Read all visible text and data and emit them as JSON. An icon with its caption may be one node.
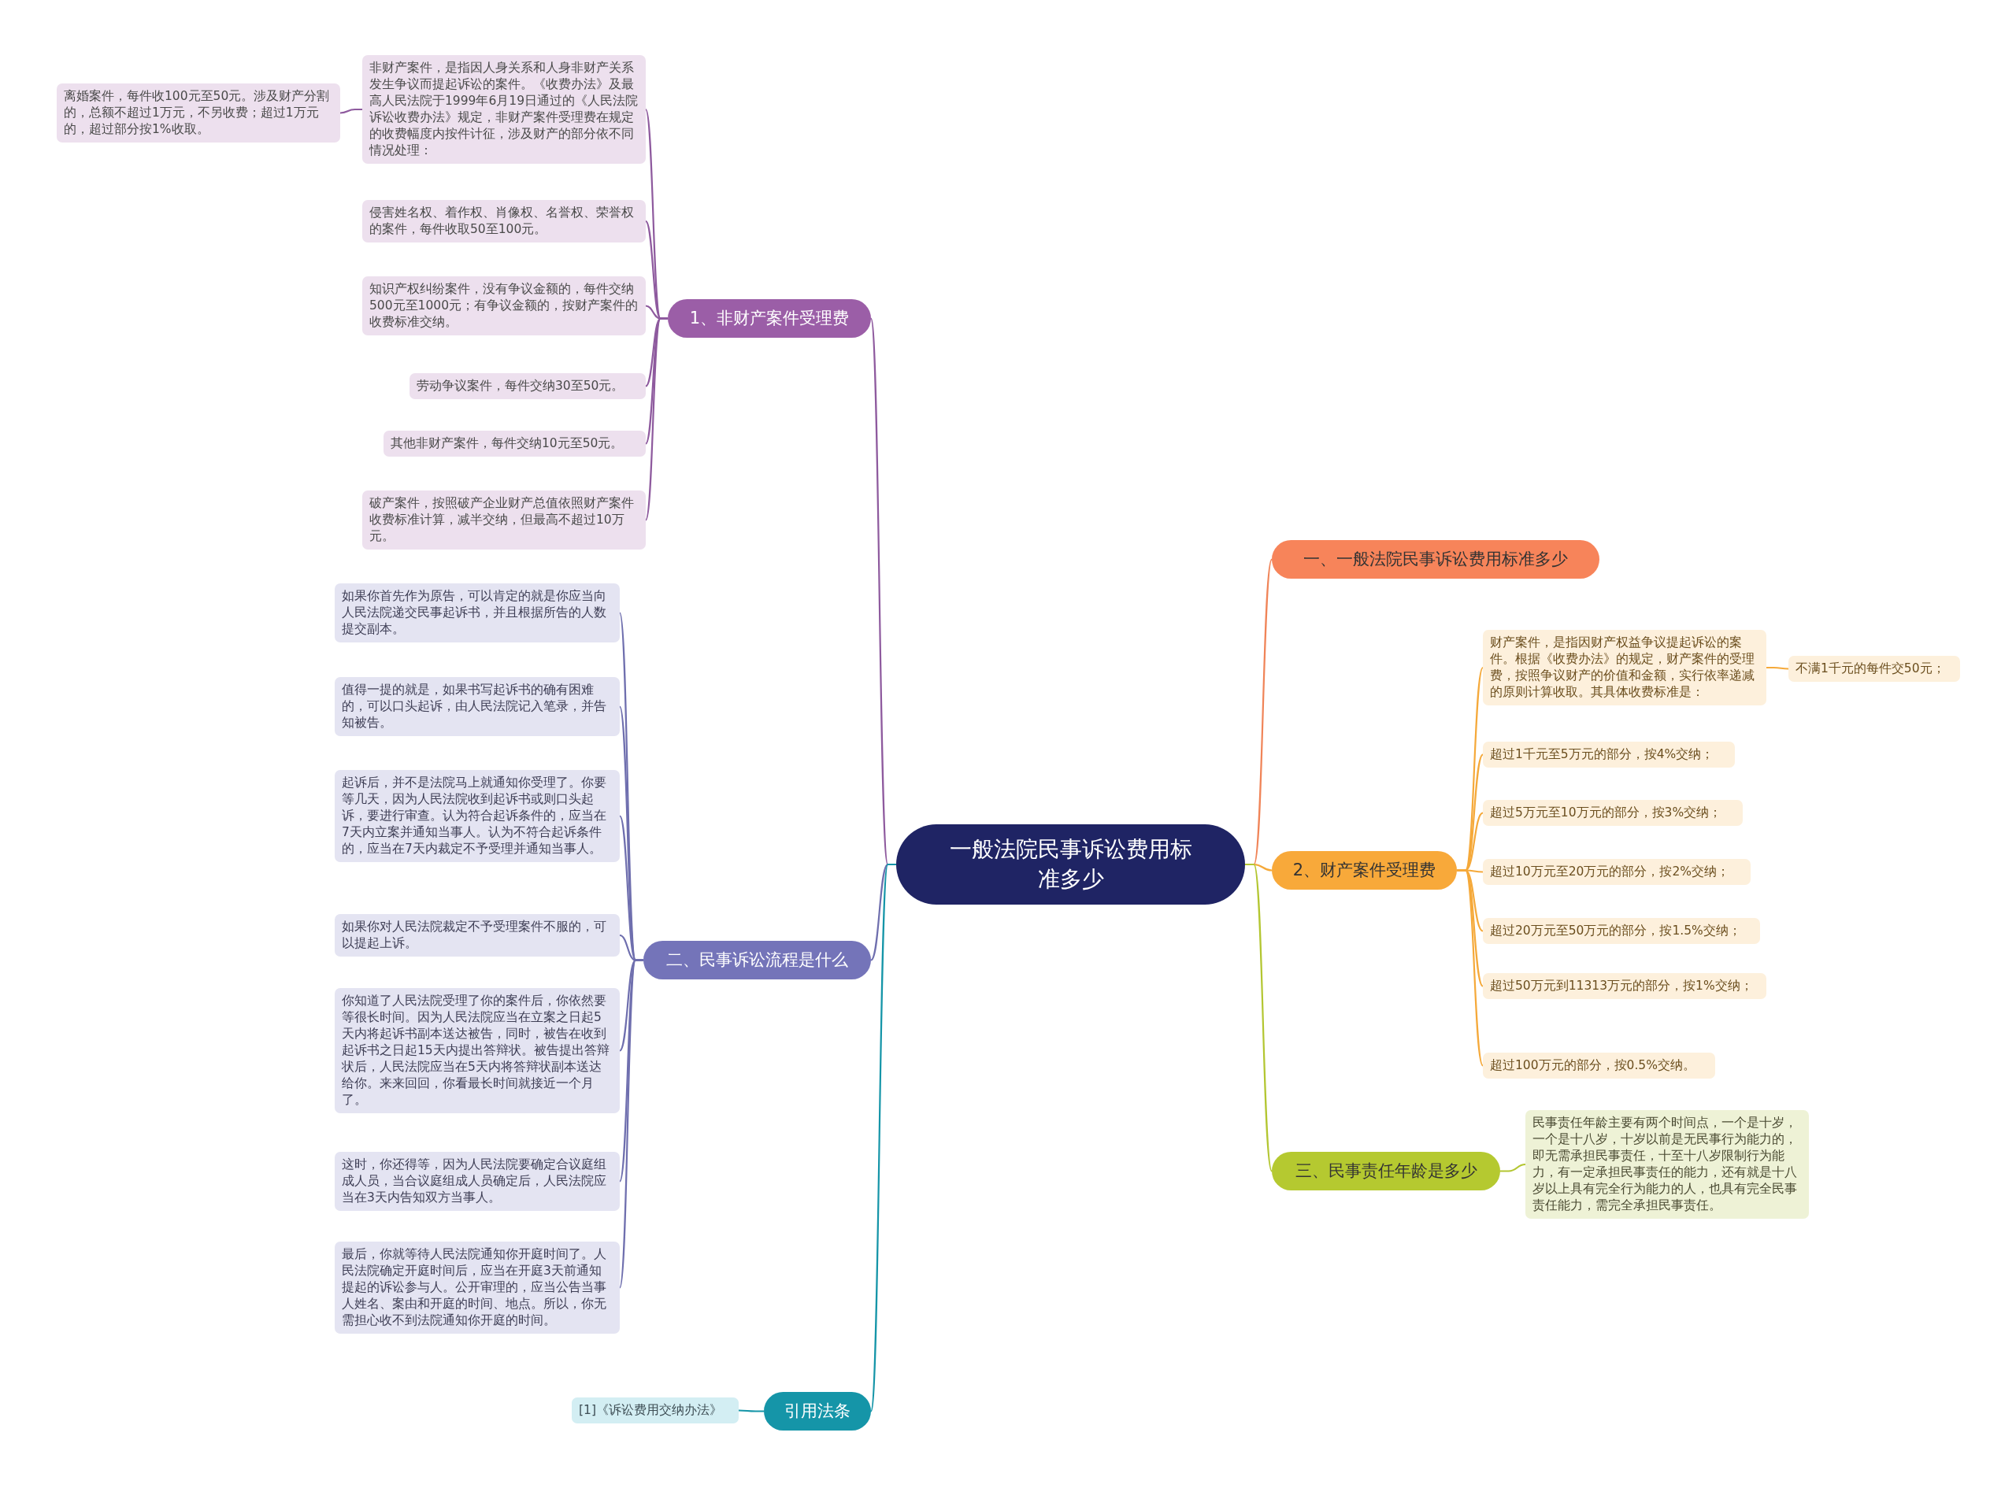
{
  "diagram": {
    "nodes": [
      {
        "text": [
          "一般法院民事诉讼费用标准多少"
        ]
      },
      {
        "text": [
          "一、一般法院民事诉讼费用标准多少"
        ]
      },
      {
        "text": [
          "2、财产案件受理费"
        ]
      },
      {
        "text": [
          "财产案件，是指因财产权益争议提起诉讼的案件。根据《收费办法》的规定，财产案件的受理费，按照争议财产的价值和金额，实行依率递减的原则计算收取。其具体收费标准是："
        ]
      },
      {
        "text": [
          "不满1千元的每件交50元；"
        ]
      },
      {
        "text": [
          "超过1千元至5万元的部分，按4%交纳；"
        ]
      },
      {
        "text": [
          "超过5万元至10万元的部分，按3%交纳；"
        ]
      },
      {
        "text": [
          "超过10万元至20万元的部分，按2%交纳；"
        ]
      },
      {
        "text": [
          "超过20万元至50万元的部分，按1.5%交纳；"
        ]
      },
      {
        "text": [
          "超过50万元到11313万元的部分，按1%交纳；"
        ]
      },
      {
        "text": [
          "超过100万元的部分，按0.5%交纳。"
        ]
      },
      {
        "text": [
          "三、民事责任年龄是多少"
        ]
      },
      {
        "text": [
          "民事责任年龄主要有两个时间点，一个是十岁，一个是十八岁，十岁以前是无民事行为能力的，即无需承担民事责任，十至十八岁限制行为能力，有一定承担民事责任的能力，还有就是十八岁以上具有完全行为能力的人，也具有完全民事责任能力，需完全承担民事责任。"
        ]
      },
      {
        "text": [
          "1、非财产案件受理费"
        ]
      },
      {
        "text": [
          "非财产案件，是指因人身关系和人身非财产关系发生争议而提起诉讼的案件。《收费办法》及最高人民法院于1999年6月19日通过的《人民法院诉讼收费办法》规定，非财产案件受理费在规定的收费幅度内按件计征，涉及财产的部分依不同情况处理："
        ]
      },
      {
        "text": [
          "离婚案件，每件收100元至50元。涉及财产分割的，总额不超过1万元，不另收费；超过1万元的，超过部分按1%收取。"
        ]
      },
      {
        "text": [
          "侵害姓名权、着作权、肖像权、名誉权、荣誉权的案件，每件收取50至100元。"
        ]
      },
      {
        "text": [
          "知识产权纠纷案件，没有争议金额的，每件交纳500元至1000元；有争议金额的，按财产案件的收费标准交纳。"
        ]
      },
      {
        "text": [
          "劳动争议案件，每件交纳30至50元。"
        ]
      },
      {
        "text": [
          "其他非财产案件，每件交纳10元至50元。"
        ]
      },
      {
        "text": [
          "破产案件，按照破产企业财产总值依照财产案件收费标准计算，减半交纳，但最高不超过10万元。"
        ]
      },
      {
        "text": [
          "二、民事诉讼流程是什么"
        ]
      },
      {
        "text": [
          "如果你首先作为原告，可以肯定的就是你应当向人民法院递交民事起诉书，并且根据所告的人数提交副本。"
        ]
      },
      {
        "text": [
          "值得一提的就是，如果书写起诉书的确有困难的，可以口头起诉，由人民法院记入笔录，并告知被告。"
        ]
      },
      {
        "text": [
          "起诉后，并不是法院马上就通知你受理了。你要等几天，因为人民法院收到起诉书或则口头起诉，要进行审查。认为符合起诉条件的，应当在7天内立案并通知当事人。认为不符合起诉条件的，应当在7天内裁定不予受理并通知当事人。"
        ]
      },
      {
        "text": [
          "如果你对人民法院裁定不予受理案件不服的，可以提起上诉。"
        ]
      },
      {
        "text": [
          "你知道了人民法院受理了你的案件后，你依然要等很长时间。因为人民法院应当在立案之日起5天内将起诉书副本送达被告，同时，被告在收到起诉书之日起15天内提出答辩状。被告提出答辩状后，人民法院应当在5天内将答辩状副本送达给你。来来回回，你看最长时间就接近一个月了。"
        ]
      },
      {
        "text": [
          "这时，你还得等，因为人民法院要确定合议庭组成人员，当合议庭组成人员确定后，人民法院应当在3天内告知双方当事人。"
        ]
      },
      {
        "text": [
          "最后，你就等待人民法院通知你开庭时间了。人民法院确定开庭时间后，应当在开庭3天前通知提起的诉讼参与人。公开审理的，应当公告当事人姓名、案由和开庭的时间、地点。所以，你无需担心收不到法院通知你开庭的时间。"
        ]
      },
      {
        "text": [
          "引用法条"
        ]
      },
      {
        "text": [
          "[1]《诉讼费用交纳办法》"
        ]
      }
    ],
    "edges": [
      {
        "from": 0,
        "to": 1,
        "arrow": "none",
        "color": "#f08458"
      },
      {
        "from": 0,
        "to": 2,
        "arrow": "none",
        "color": "#f5a93a"
      },
      {
        "from": 2,
        "to": 3,
        "arrow": "none",
        "color": "#f5a93a"
      },
      {
        "from": 3,
        "to": 4,
        "arrow": "none",
        "color": "#f5a93a"
      },
      {
        "from": 2,
        "to": 5,
        "arrow": "none",
        "color": "#f5a93a"
      },
      {
        "from": 2,
        "to": 6,
        "arrow": "none",
        "color": "#f5a93a"
      },
      {
        "from": 2,
        "to": 7,
        "arrow": "none",
        "color": "#f5a93a"
      },
      {
        "from": 2,
        "to": 8,
        "arrow": "none",
        "color": "#f5a93a"
      },
      {
        "from": 2,
        "to": 9,
        "arrow": "none",
        "color": "#f5a93a"
      },
      {
        "from": 2,
        "to": 10,
        "arrow": "none",
        "color": "#f5a93a"
      },
      {
        "from": 0,
        "to": 11,
        "arrow": "none",
        "color": "#b3c631"
      },
      {
        "from": 11,
        "to": 12,
        "arrow": "none",
        "color": "#b3c631"
      },
      {
        "from": 0,
        "to": 13,
        "arrow": "none",
        "color": "#8e5a9e"
      },
      {
        "from": 13,
        "to": 14,
        "arrow": "none",
        "color": "#8e5a9e"
      },
      {
        "from": 14,
        "to": 15,
        "arrow": "none",
        "color": "#8e5a9e"
      },
      {
        "from": 13,
        "to": 16,
        "arrow": "none",
        "color": "#8e5a9e"
      },
      {
        "from": 13,
        "to": 17,
        "arrow": "none",
        "color": "#8e5a9e"
      },
      {
        "from": 13,
        "to": 18,
        "arrow": "none",
        "color": "#8e5a9e"
      },
      {
        "from": 13,
        "to": 19,
        "arrow": "none",
        "color": "#8e5a9e"
      },
      {
        "from": 13,
        "to": 20,
        "arrow": "none",
        "color": "#8e5a9e"
      },
      {
        "from": 0,
        "to": 21,
        "arrow": "none",
        "color": "#6f6fae"
      },
      {
        "from": 21,
        "to": 22,
        "arrow": "none",
        "color": "#6f6fae"
      },
      {
        "from": 21,
        "to": 23,
        "arrow": "none",
        "color": "#6f6fae"
      },
      {
        "from": 21,
        "to": 24,
        "arrow": "none",
        "color": "#6f6fae"
      },
      {
        "from": 21,
        "to": 25,
        "arrow": "none",
        "color": "#6f6fae"
      },
      {
        "from": 21,
        "to": 26,
        "arrow": "none",
        "color": "#6f6fae"
      },
      {
        "from": 21,
        "to": 27,
        "arrow": "none",
        "color": "#6f6fae"
      },
      {
        "from": 21,
        "to": 28,
        "arrow": "none",
        "color": "#6f6fae"
      },
      {
        "from": 0,
        "to": 29,
        "arrow": "none",
        "color": "#1595a8"
      },
      {
        "from": 29,
        "to": 30,
        "arrow": "none",
        "color": "#1595a8"
      }
    ]
  }
}
